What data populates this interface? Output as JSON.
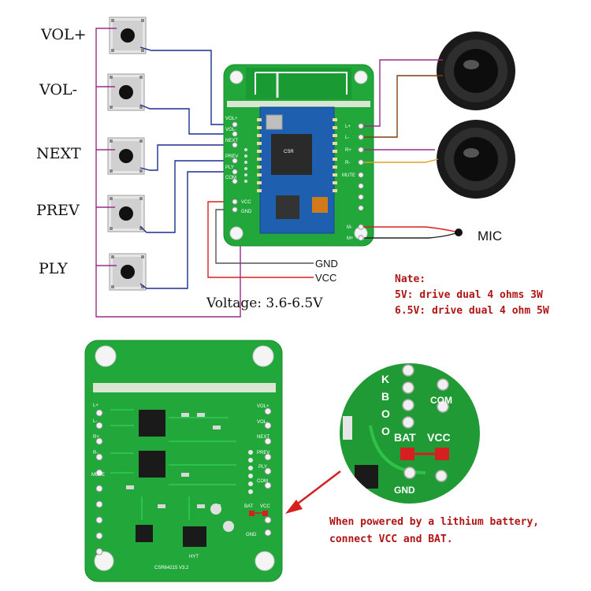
{
  "buttons": [
    {
      "label": "VOL+"
    },
    {
      "label": "VOL-"
    },
    {
      "label": "NEXT"
    },
    {
      "label": "PREV"
    },
    {
      "label": "PLY"
    }
  ],
  "power": {
    "gnd_label": "GND",
    "vcc_label": "VCC",
    "voltage": "Voltage: 3.6-6.5V"
  },
  "mic_label": "MIC",
  "note": {
    "title": "Nate:",
    "line1": "5V: drive dual 4 ohms 3W",
    "line2": "6.5V: drive dual 4 ohm 5W"
  },
  "top_board": {
    "left_pins": [
      "VOL+",
      "VOL-",
      "NEXT",
      "PREV",
      "PLY",
      "COM",
      "VCC",
      "GND"
    ],
    "right_pins": [
      "L+",
      "L-",
      "R+",
      "R-",
      "MUTE",
      "",
      "",
      "",
      "M-",
      "M+"
    ]
  },
  "bottom_board": {
    "left_pins": [
      "L+",
      "L-",
      "R+",
      "R-",
      "MUTE"
    ],
    "right_pins": [
      "VOL+",
      "VOL-",
      "NEXT",
      "PREV",
      "PLY",
      "COM",
      "BAT",
      "VCC",
      "GND"
    ],
    "brand": "HYT",
    "model": "CSR64215 V3.2"
  },
  "zoom": {
    "letters": [
      "K",
      "B",
      "O",
      "O"
    ],
    "bat": "BAT",
    "vcc": "VCC",
    "com": "COM",
    "gnd": "GND"
  },
  "battery_note": {
    "line1": "When powered by a lithium battery,",
    "line2": "connect VCC and BAT."
  },
  "colors": {
    "pcb": "#22a83a",
    "pcb_dark": "#178a2b",
    "bt_module": "#1f5fb0",
    "wire_blue": "#1a2f8f",
    "wire_purple": "#9b2a8a",
    "wire_red": "#d42020",
    "wire_gray": "#555555",
    "wire_brown": "#7a3e12",
    "wire_yellow": "#e0a020",
    "note_red": "#b01515"
  }
}
